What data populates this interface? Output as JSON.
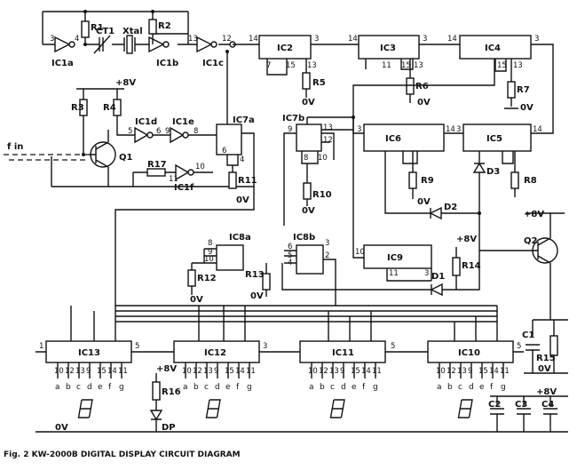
{
  "caption": "Fig. 2  KW-2000B  DIGITAL DISPLAY CIRCUIT DIAGRAM",
  "input_label": "f in",
  "supply": {
    "v8": "+8V",
    "zero": "0V"
  },
  "gates": {
    "ic1a": "IC1a",
    "ic1b": "IC1b",
    "ic1c": "IC1c",
    "ic1d": "IC1d",
    "ic1e": "IC1e",
    "ic1f": "IC1f"
  },
  "chips": {
    "ic2": "IC2",
    "ic3": "IC3",
    "ic4": "IC4",
    "ic5": "IC5",
    "ic6": "IC6",
    "ic7a": "IC7a",
    "ic7b": "IC7b",
    "ic8a": "IC8a",
    "ic8b": "IC8b",
    "ic9": "IC9",
    "ic10": "IC10",
    "ic11": "IC11",
    "ic12": "IC12",
    "ic13": "IC13"
  },
  "resistors": {
    "r1": "R1",
    "r2": "R2",
    "r3": "R3",
    "r4": "R4",
    "r5": "R5",
    "r6": "R6",
    "r7": "R7",
    "r8": "R8",
    "r9": "R9",
    "r10": "R10",
    "r11": "R11",
    "r12": "R12",
    "r13": "R13",
    "r14": "R14",
    "r15": "R15",
    "r16": "R16",
    "r17": "R17"
  },
  "others": {
    "ct1": "CT1",
    "xtal": "Xtal",
    "q1": "Q1",
    "q2": "Q2",
    "d1": "D1",
    "d2": "D2",
    "d3": "D3",
    "c1": "C1",
    "c2": "C2",
    "c3": "C3",
    "c4": "C4",
    "dp": "DP"
  },
  "segment_letters": [
    "a",
    "b",
    "c",
    "d",
    "e",
    "f",
    "g"
  ],
  "decoder_pins": [
    "10",
    "12",
    "13",
    "9",
    "15",
    "14",
    "11"
  ],
  "pin_numbers": {
    "p1": "1",
    "p2": "2",
    "p3": "3",
    "p4": "4",
    "p5": "5",
    "p6": "6",
    "p7": "7",
    "p8": "8",
    "p9": "9",
    "p10": "10",
    "p11": "11",
    "p12": "12",
    "p13": "13",
    "p14": "14",
    "p15": "15"
  },
  "colors": {
    "ink": "#111111",
    "paper": "#ffffff"
  }
}
